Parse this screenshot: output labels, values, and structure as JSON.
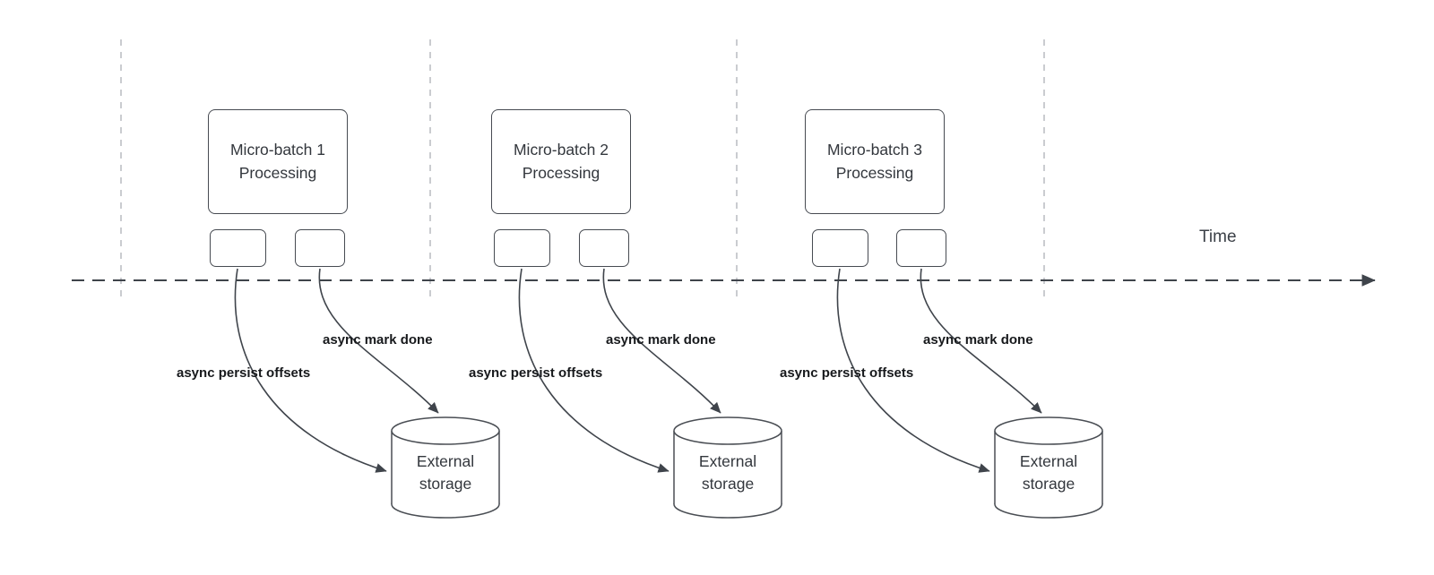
{
  "colors": {
    "stroke": "#3f444b",
    "guide": "#b9bcc0",
    "text": "#33373d",
    "label": "#17191c",
    "background": "#ffffff"
  },
  "timeline": {
    "label": "Time"
  },
  "batches": [
    {
      "title": "Micro-batch 1",
      "subtitle": "Processing",
      "persist_label": "async persist offsets",
      "done_label": "async mark done",
      "storage_label": "External storage"
    },
    {
      "title": "Micro-batch 2",
      "subtitle": "Processing",
      "persist_label": "async persist offsets",
      "done_label": "async mark done",
      "storage_label": "External storage"
    },
    {
      "title": "Micro-batch 3",
      "subtitle": "Processing",
      "persist_label": "async persist offsets",
      "done_label": "async mark done",
      "storage_label": "External storage"
    }
  ]
}
